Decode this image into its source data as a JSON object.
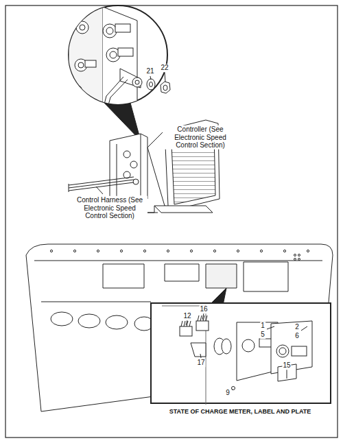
{
  "diagram": {
    "caption": "STATE OF CHARGE METER, LABEL AND PLATE",
    "labels": [
      "21",
      "22",
      "Controller (See Electronic Speed Control Section)",
      "Control Harness (See Electronic Speed Control Section)",
      "12",
      "16",
      "1",
      "5",
      "2",
      "6",
      "17",
      "9",
      "15"
    ]
  }
}
